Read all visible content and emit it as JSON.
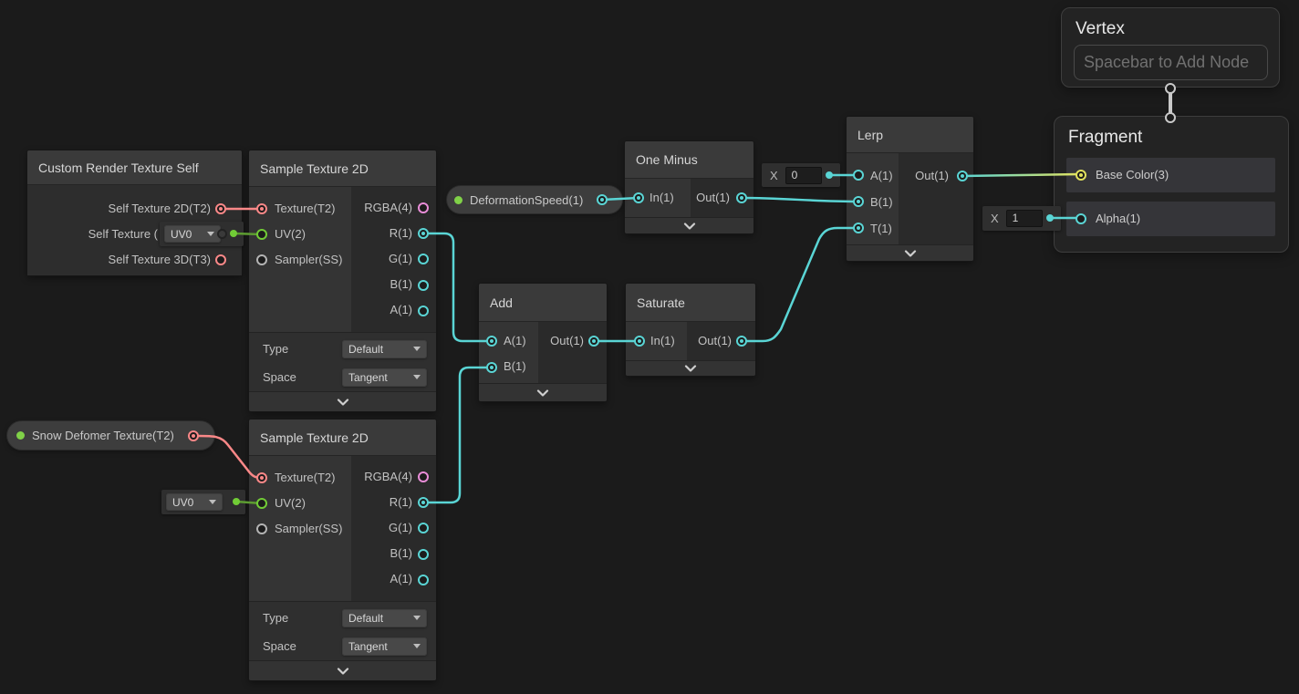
{
  "colors": {
    "canvas": "#1b1b1b",
    "cyan": "#5ad5d5",
    "green": "#71cc36",
    "green_wire": "#5d9c31",
    "red": "#fa8888",
    "pink": "#e98dd8",
    "yellow": "#e2e25e",
    "gray": "#b4b4b4",
    "prop_green": "#80d148",
    "connector": "#c9c9c9"
  },
  "vertex_node": {
    "title": "Vertex",
    "placeholder": "Spacebar to Add Node"
  },
  "fragment_node": {
    "title": "Fragment",
    "base_color": {
      "label": "Base Color(3)"
    },
    "alpha": {
      "label": "Alpha(1)",
      "default_label": "X",
      "default_value": "1"
    }
  },
  "custom_render_texture_node": {
    "title": "Custom Render Texture Self",
    "outputs": [
      {
        "label": "Self Texture 2D(T2)"
      },
      {
        "label": "Self Texture ("
      },
      {
        "label": "Self Texture 3D(T3)"
      }
    ]
  },
  "sample_texture_node": {
    "title": "Sample Texture 2D",
    "inputs": [
      {
        "label": "Texture(T2)"
      },
      {
        "label": "UV(2)"
      },
      {
        "label": "Sampler(SS)"
      }
    ],
    "outputs": [
      {
        "label": "RGBA(4)"
      },
      {
        "label": "R(1)"
      },
      {
        "label": "G(1)"
      },
      {
        "label": "B(1)"
      },
      {
        "label": "A(1)"
      }
    ],
    "type": {
      "label": "Type",
      "value": "Default"
    },
    "space": {
      "label": "Space",
      "value": "Tangent"
    }
  },
  "uv_widget": {
    "value": "UV0"
  },
  "deformation_speed_node": {
    "label": "DeformationSpeed(1)"
  },
  "snow_deformer_node": {
    "label": "Snow Defomer Texture(T2)"
  },
  "one_minus_node": {
    "title": "One Minus",
    "input": "In(1)",
    "output": "Out(1)"
  },
  "add_node": {
    "title": "Add",
    "input_a": "A(1)",
    "input_b": "B(1)",
    "output": "Out(1)"
  },
  "saturate_node": {
    "title": "Saturate",
    "input": "In(1)",
    "output": "Out(1)"
  },
  "lerp_node": {
    "title": "Lerp",
    "input_a": "A(1)",
    "input_b": "B(1)",
    "input_t": "T(1)",
    "output": "Out(1)",
    "a_default_label": "X",
    "a_default_value": "0"
  }
}
